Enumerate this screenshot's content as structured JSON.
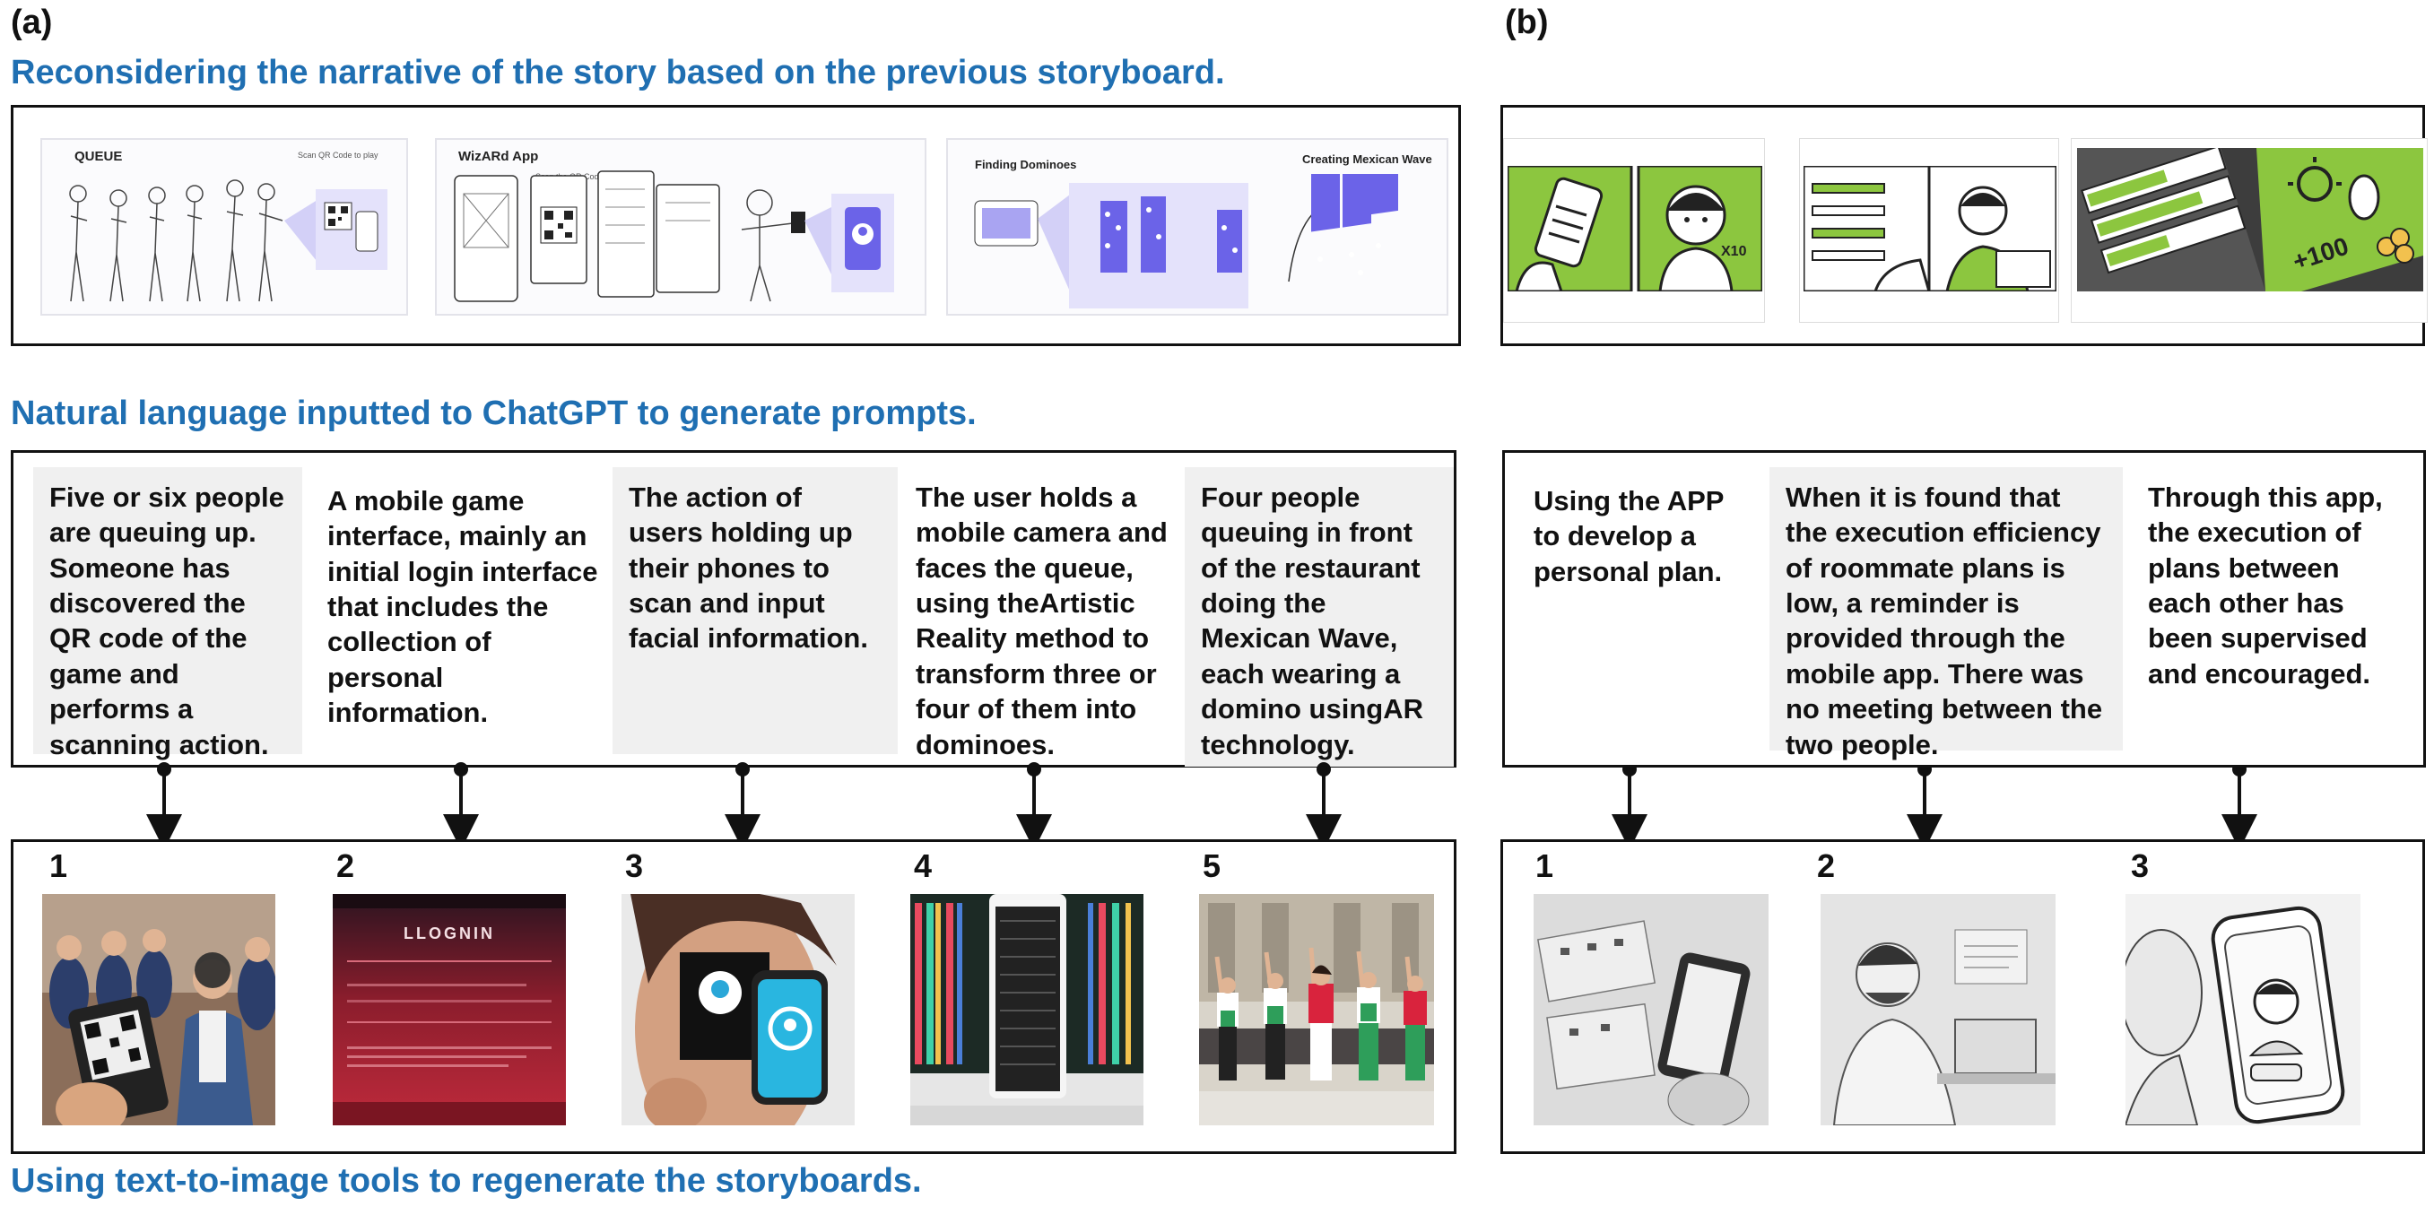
{
  "panel_a": {
    "label": "(a)",
    "heading_top": "Reconsidering the narrative of the story based on the previous storyboard.",
    "heading_mid": "Natural language inputted to ChatGPT to generate prompts.",
    "heading_bottom": "Using text-to-image tools to regenerate the storyboards.",
    "sketches": {
      "queue": {
        "title": "QUEUE",
        "caption": "Scan QR Code to play"
      },
      "wizard": {
        "title": "WizARd App",
        "caption": "Scan the QR Code"
      },
      "dominoes": {
        "title_left": "Finding Dominoes",
        "title_right": "Creating Mexican Wave"
      }
    },
    "prompts": [
      "Five or six people are queuing up. Someone has discovered the QR code of the game and performs a scanning action.",
      "A mobile game interface, mainly an initial login interface that includes the collection of personal information.",
      "The action of users holding up their phones to scan and input facial information.",
      "The user holds a mobile camera and faces the queue, using theArtistic Reality method to transform three or four of them into dominoes.",
      "Four people queuing in front of the restaurant doing the Mexican Wave, each wearing a domino usingAR technology."
    ],
    "frames": [
      {
        "number": "1",
        "image": "people queuing, hand holding phone with QR code"
      },
      {
        "number": "2",
        "image": "red login screen",
        "screen_title": "LLOGNIN"
      },
      {
        "number": "3",
        "image": "person holding phone with face scan icon"
      },
      {
        "number": "4",
        "image": "phone in front of colorful crowd"
      },
      {
        "number": "5",
        "image": "people in green and white doing the wave"
      }
    ]
  },
  "panel_b": {
    "label": "(b)",
    "prompts": [
      "Using the APP to develop a personal plan.",
      "When it is found that the execution efficiency of roommate plans is low, a reminder is provided through the mobile app. There was no meeting between the two people.",
      "Through this app, the execution of plans between each other has been supervised and encouraged."
    ],
    "frames": [
      {
        "number": "1",
        "image": "sketch of hand holding phone over plans"
      },
      {
        "number": "2",
        "image": "sketch of man at desk with laptop"
      },
      {
        "number": "3",
        "image": "sketch of person holding phone with face"
      }
    ],
    "cartoon_text": {
      "score_a": "X10",
      "score_b": "+100"
    }
  },
  "colors": {
    "heading": "#1f6fb2",
    "accent_green": "#8cc63f",
    "sketch_purple": "#6b63e8"
  }
}
